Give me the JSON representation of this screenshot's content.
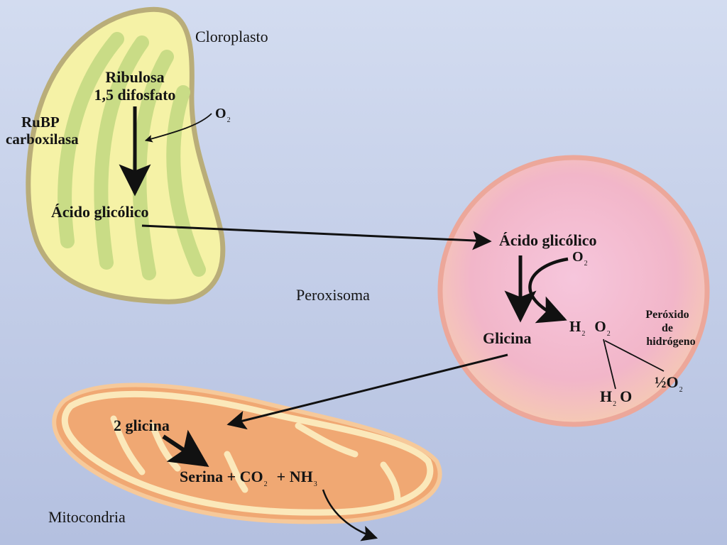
{
  "chloroplast": {
    "title": "Cloroplasto",
    "substrate_line1": "Ribulosa",
    "substrate_line2": "1,5 difosfato",
    "enzyme_line1": "RuBP",
    "enzyme_line2": "carboxilasa",
    "oxygen": "O",
    "oxygen_sub": "2",
    "product": "Ácido glicólico"
  },
  "peroxisome": {
    "title": "Peroxisoma",
    "input": "Ácido glicólico",
    "oxygen": "O",
    "oxygen_sub": "2",
    "output": "Glicina",
    "peroxide_h": "H",
    "peroxide_h_sub": "2",
    "peroxide_o": "O",
    "peroxide_o_sub": "2",
    "peroxide_line1": "Peróxido",
    "peroxide_line2": "de",
    "peroxide_line3": "hidrógeno",
    "water_h": "H",
    "water_h_sub": "2",
    "water_o": "O",
    "half_oxygen": "½O",
    "half_oxygen_sub": "2"
  },
  "mitochondria": {
    "title": "Mitocondria",
    "input": "2 glicina",
    "serine": "Serina + CO",
    "co2_sub": "2",
    "plus_nh": "+ NH",
    "nh3_sub": "3"
  },
  "colors": {
    "chloroplast_fill": "#f5f2a6",
    "chloroplast_outline": "#b9ad79",
    "thylakoid": "#c9dc86",
    "peroxisome_fill": "#f2b4c8",
    "peroxisome_outline": "#eca79a",
    "mitochondria_outer": "#f0a873",
    "mitochondria_inner": "#fbe8ba",
    "arrow": "#111111"
  }
}
